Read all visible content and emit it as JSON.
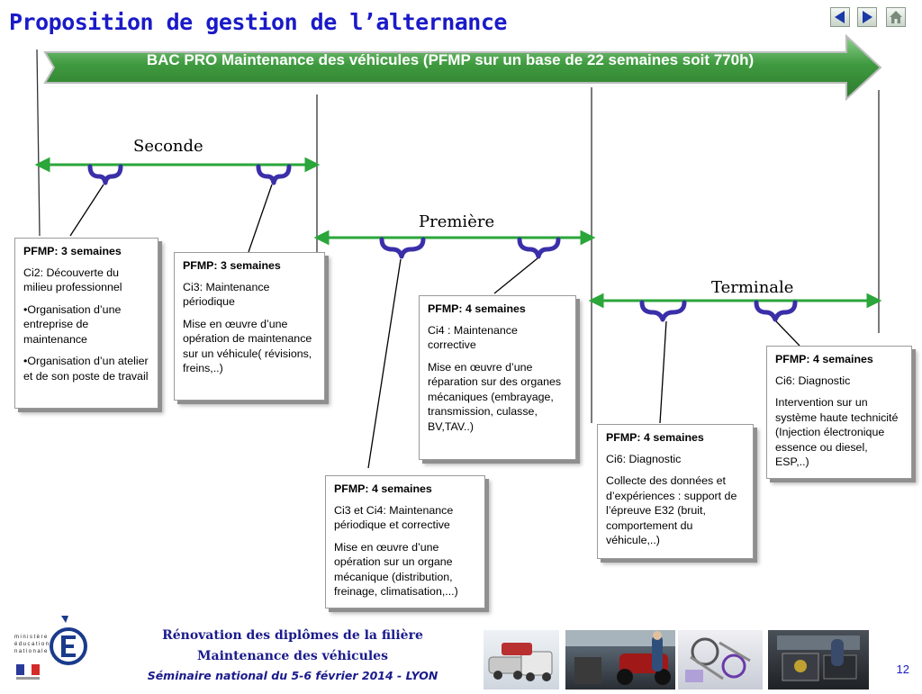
{
  "title": "Proposition de gestion de l’alternance",
  "nav": {
    "prev_icon": "triangle-left-icon",
    "next_icon": "triangle-right-icon",
    "home_icon": "home-icon"
  },
  "banner": {
    "text": "BAC  PRO  Maintenance des véhicules  (PFMP sur un base de 22 semaines soit 770h)"
  },
  "stages": {
    "seconde": "Seconde",
    "premiere": "Première",
    "terminale": "Terminale"
  },
  "boxes": [
    {
      "header": "PFMP: 3 semaines",
      "paras": [
        "Ci2: Découverte du milieu professionnel",
        "•Organisation d’une entreprise de maintenance",
        "•Organisation d’un atelier et de son poste de travail"
      ]
    },
    {
      "header": "PFMP: 3 semaines",
      "paras": [
        "Ci3: Maintenance périodique",
        "Mise en œuvre d’une opération de maintenance sur un véhicule( révisions, freins,..)"
      ]
    },
    {
      "header": "PFMP: 4 semaines",
      "paras": [
        "Ci4 : Maintenance corrective",
        "Mise en œuvre d’une réparation sur des organes mécaniques (embrayage, transmission, culasse, BV,TAV..)"
      ]
    },
    {
      "header": "PFMP: 4 semaines",
      "paras": [
        "Ci3 et Ci4: Maintenance périodique et corrective",
        "Mise en œuvre d’une opération sur un organe mécanique (distribution, freinage, climatisation,...)"
      ]
    },
    {
      "header": "PFMP: 4 semaines",
      "paras": [
        "Ci6: Diagnostic",
        "Collecte des données  et d’expériences : support de l’épreuve  E32 (bruit, comportement du véhicule,..)"
      ]
    },
    {
      "header": "PFMP: 4 semaines",
      "paras": [
        "Ci6: Diagnostic",
        "Intervention sur un système haute technicité (Injection électronique essence ou diesel, ESP,..)"
      ]
    }
  ],
  "footer": {
    "line1": "Rénovation des diplômes  de  la filière",
    "line2": "Maintenance  des véhicules",
    "line3": "Séminaire national du 5-6 février 2014 - LYON"
  },
  "logo": {
    "words": [
      "ministère",
      "éducation",
      "nationale"
    ],
    "icon": "marianne-logo-icon"
  },
  "page_number": "12",
  "colors": {
    "title": "#1a1ac8",
    "banner": "#3f9a3f",
    "timeline": "#2aa63a",
    "brace": "#3a2fa8",
    "footer": "#1a1a8c"
  }
}
